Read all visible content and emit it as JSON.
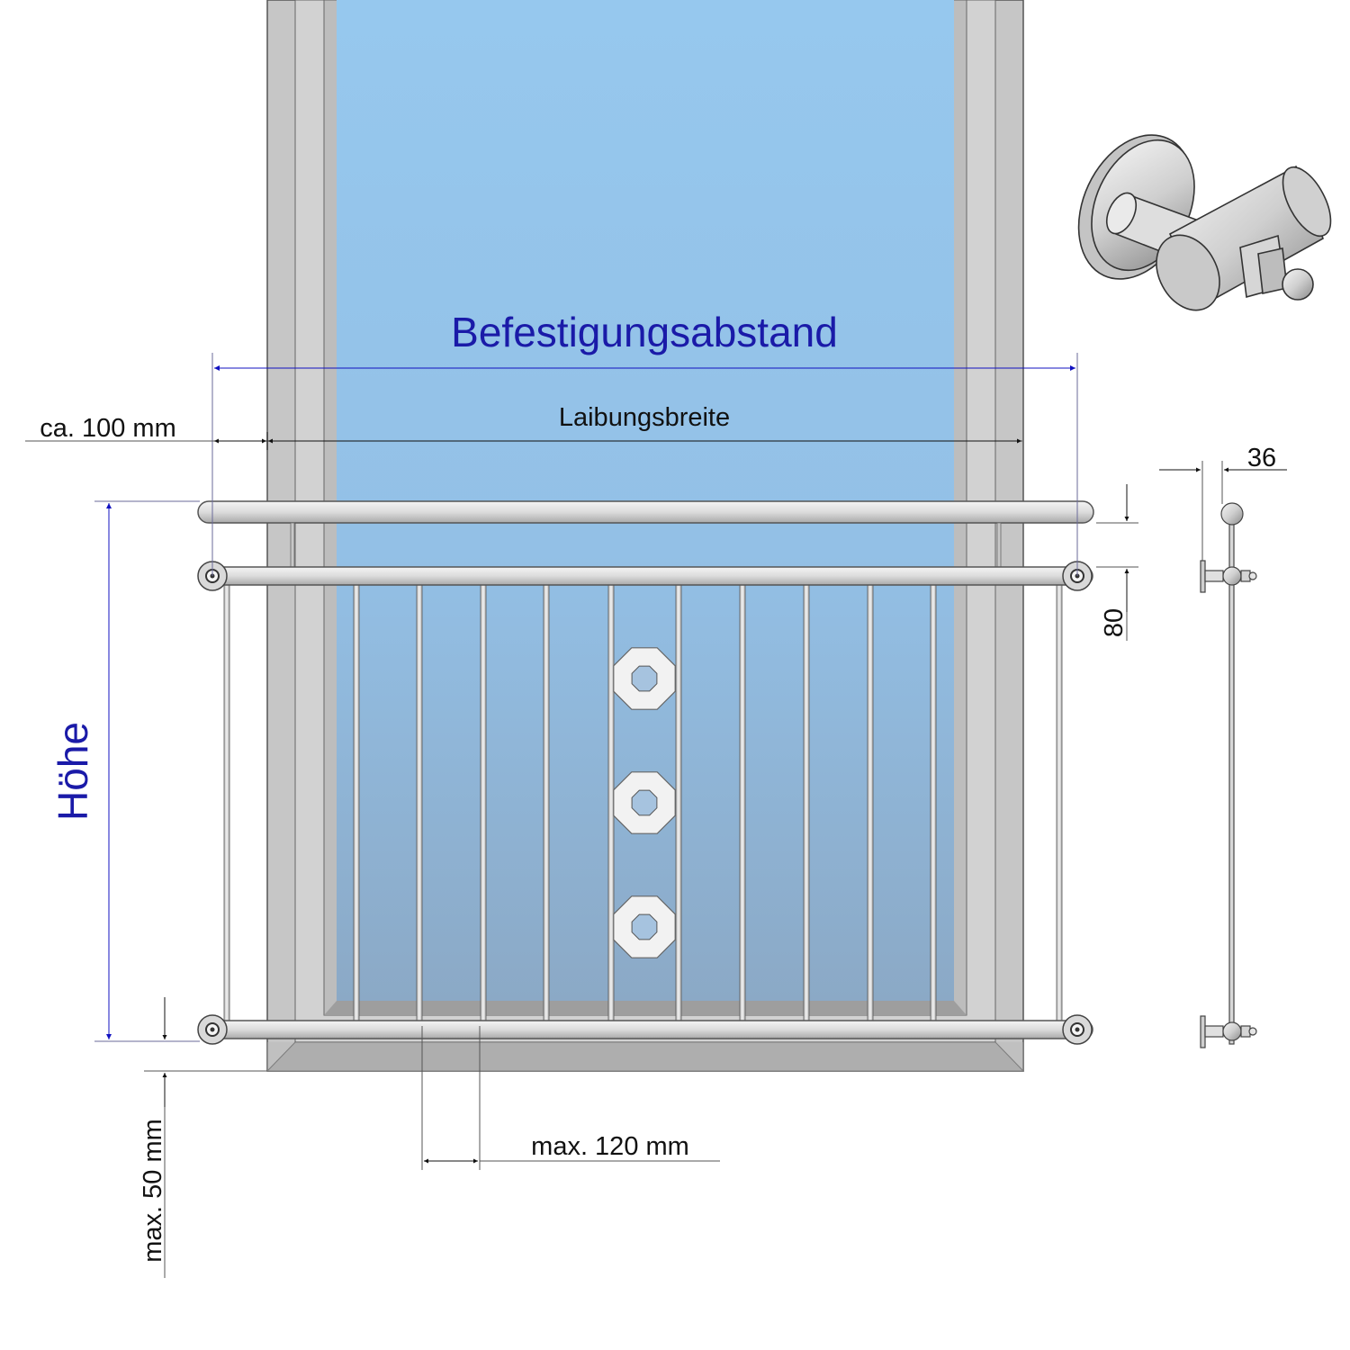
{
  "labels": {
    "fixing_distance": "Befestigungsabstand",
    "reveal_width": "Laibungsbreite",
    "side_offset": "ca. 100 mm",
    "height": "Höhe",
    "rod_gap": "max. 120 mm",
    "bottom_gap": "max. 50 mm",
    "rail_spacing": "80",
    "bracket_depth": "36"
  },
  "colors": {
    "glass": "#96c8ee",
    "frame": "#c9c9c9",
    "frame_dark": "#8e8e8e",
    "steel": "#e3e3e3",
    "dimension_blue": "#1a1aa8",
    "arrow_blue": "#1010c0",
    "dim_line": "#6a6a9a"
  },
  "icons": {
    "bracket_3d": "wall-mount-bracket-icon",
    "rosette": "octagon-rosette-icon"
  }
}
